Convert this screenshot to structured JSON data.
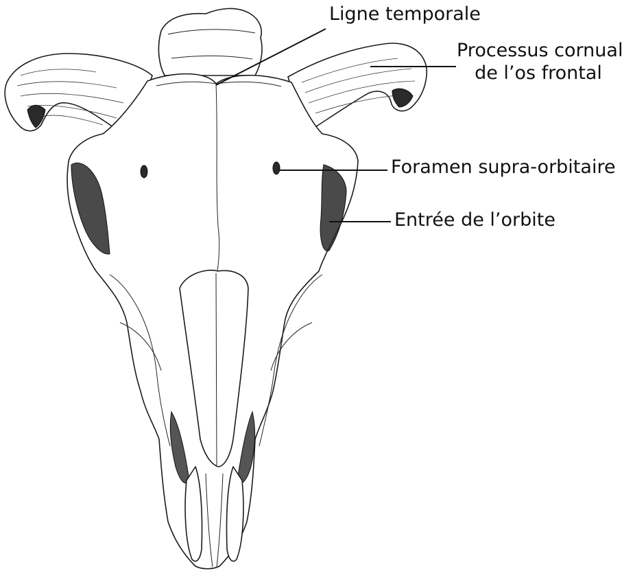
{
  "labels": {
    "temporal_line": "Ligne temporale",
    "cornual_process_line1": "Processus cornual",
    "cornual_process_line2": "de l’os frontal",
    "supraorbital_foramen": "Foramen supra-orbitaire",
    "orbit_entrance": "Entrée de l’orbite"
  },
  "colors": {
    "ink": "#111111",
    "background": "#ffffff"
  }
}
